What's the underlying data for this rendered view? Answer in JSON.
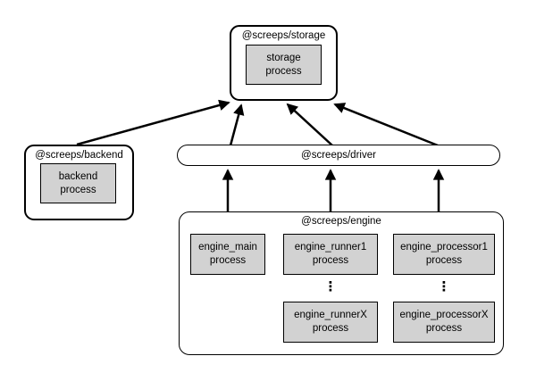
{
  "colors": {
    "background": "#ffffff",
    "node_fill": "#ffffff",
    "process_fill": "#d2d2d2",
    "border": "#000000",
    "arrow": "#000000"
  },
  "nodes": {
    "storage": {
      "title": "@screeps/storage",
      "process": "storage\nprocess"
    },
    "backend": {
      "title": "@screeps/backend",
      "process": "backend\nprocess"
    },
    "driver": {
      "title": "@screeps/driver"
    },
    "engine": {
      "title": "@screeps/engine",
      "main": "engine_main\nprocess",
      "runner1": "engine_runner1\nprocess",
      "runnerX": "engine_runnerX\nprocess",
      "processor1": "engine_processor1\nprocess",
      "processorX": "engine_processorX\nprocess",
      "ellipsis": "⋮"
    }
  },
  "edges": [
    {
      "from": "backend",
      "to": "storage"
    },
    {
      "from": "driver",
      "to": "storage"
    },
    {
      "from": "driver",
      "to": "storage"
    },
    {
      "from": "driver",
      "to": "storage"
    },
    {
      "from": "engine",
      "to": "driver"
    },
    {
      "from": "engine",
      "to": "driver"
    },
    {
      "from": "engine",
      "to": "driver"
    }
  ]
}
